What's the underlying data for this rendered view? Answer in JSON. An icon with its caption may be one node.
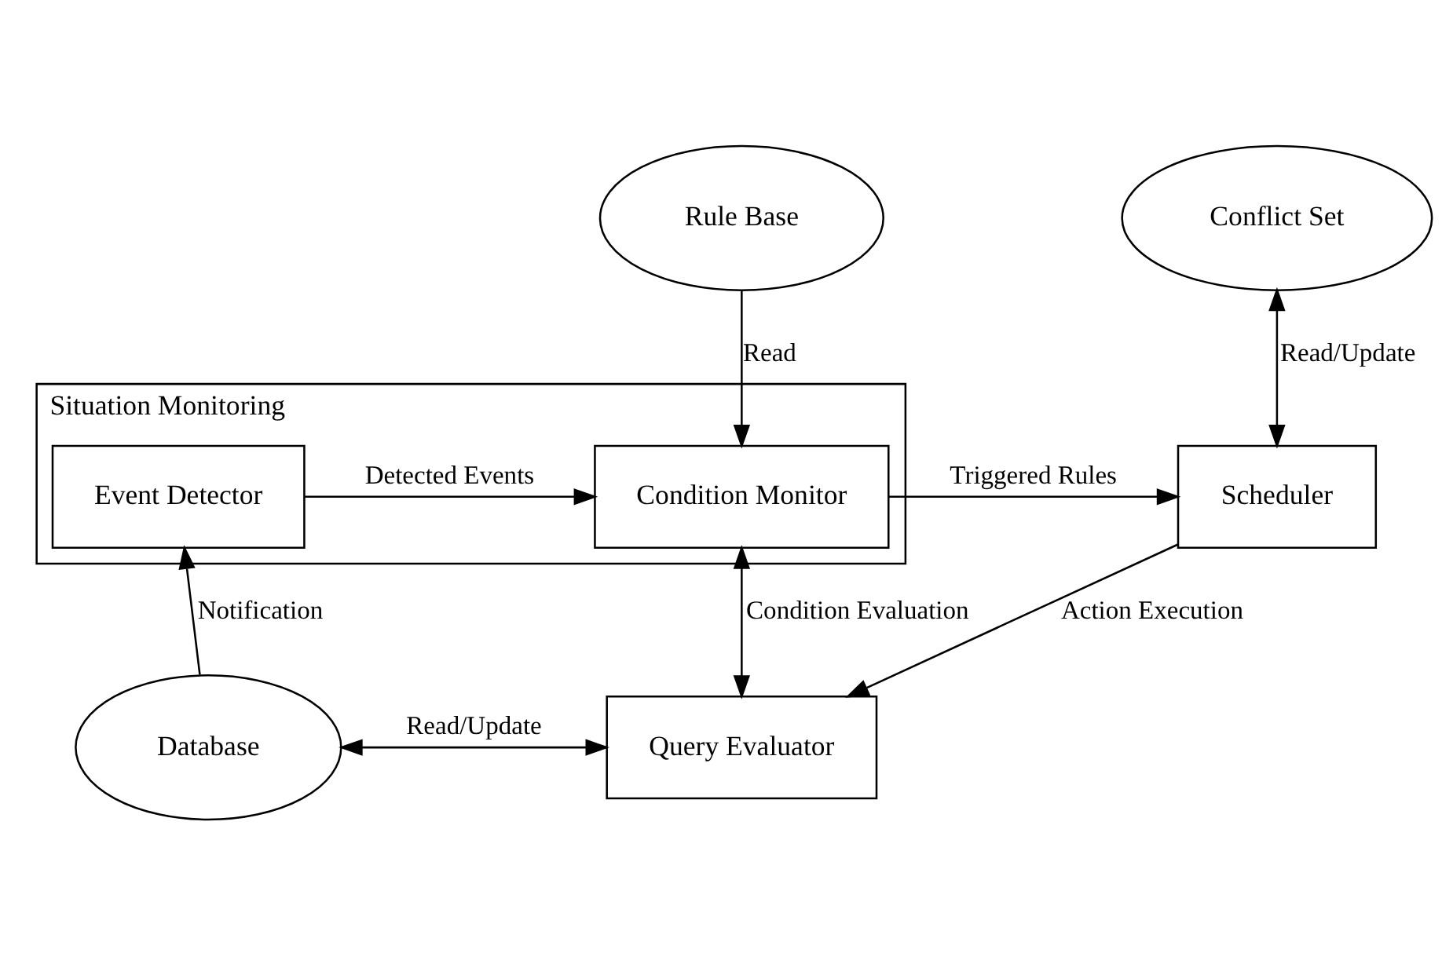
{
  "diagram": {
    "nodes": [
      {
        "text": [
          "Situation Monitoring"
        ]
      },
      {
        "text": [
          "Event Detector"
        ],
        "in": 0
      },
      {
        "text": [
          "Condition Monitor"
        ],
        "in": 0
      },
      {
        "text": [
          "Rule Base"
        ]
      },
      {
        "text": [
          "Conflict Set"
        ]
      },
      {
        "text": [
          "Scheduler"
        ]
      },
      {
        "text": [
          "Database"
        ]
      },
      {
        "text": [
          "Query Evaluator"
        ]
      }
    ],
    "edges": [
      {
        "from": 1,
        "to": 2,
        "arrow": "to",
        "label": "Detected Events"
      },
      {
        "from": 3,
        "to": 2,
        "arrow": "to",
        "label": "Read"
      },
      {
        "from": 2,
        "to": 5,
        "arrow": "to",
        "label": "Triggered Rules"
      },
      {
        "from": 4,
        "to": 5,
        "arrow": "both",
        "label": "Read/Update"
      },
      {
        "from": 5,
        "to": 7,
        "arrow": "to",
        "label": "Action Execution"
      },
      {
        "from": 2,
        "to": 7,
        "arrow": "both",
        "label": "Condition Evaluation"
      },
      {
        "from": 6,
        "to": 1,
        "arrow": "to",
        "label": "Notification"
      },
      {
        "from": 6,
        "to": 7,
        "arrow": "both",
        "label": "Read/Update"
      }
    ]
  }
}
